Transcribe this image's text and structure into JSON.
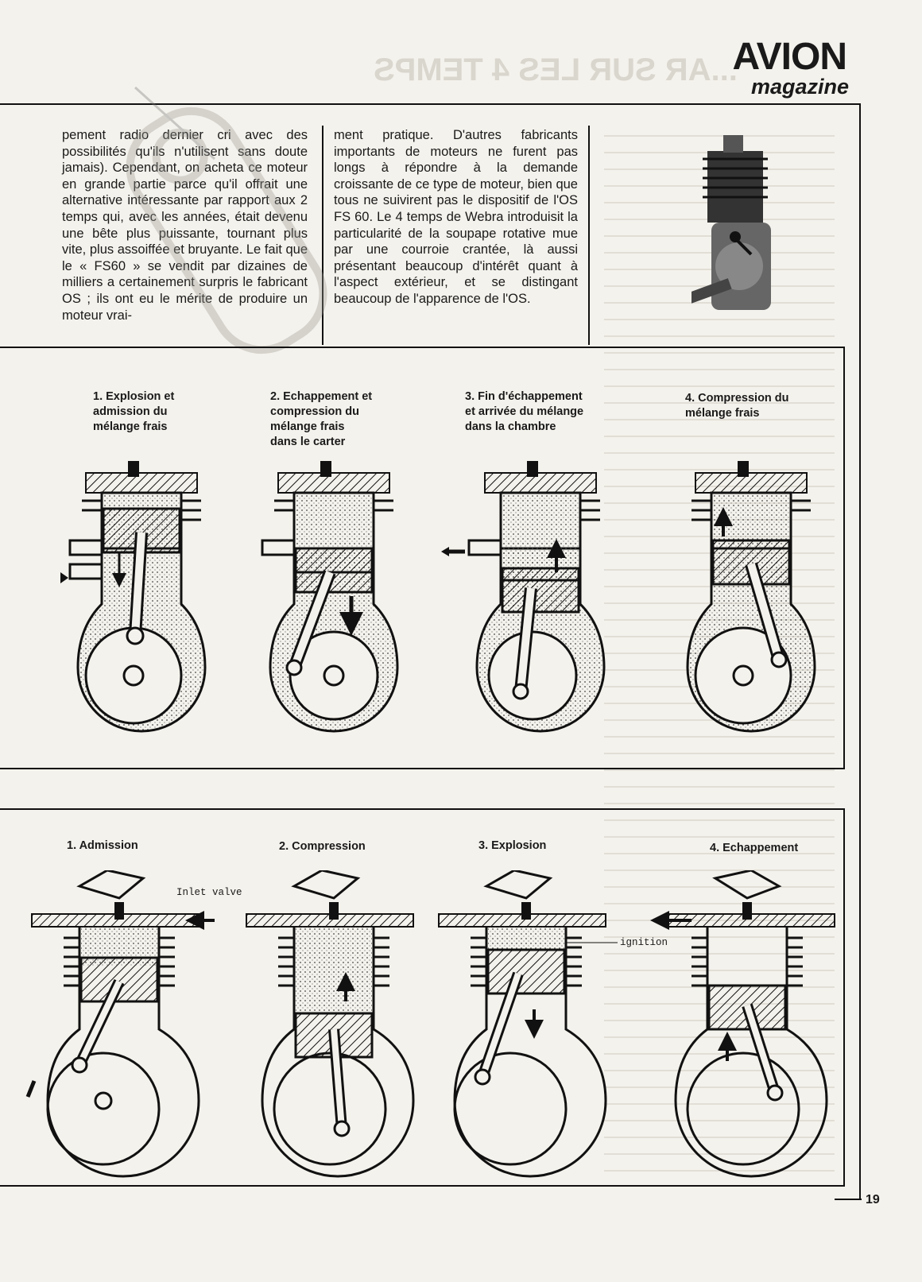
{
  "header": {
    "brand": "AVION",
    "brand_sub": "magazine",
    "mirrored_headline": "...AR SUR LES 4 TEMPS"
  },
  "article": {
    "col1": "pement radio dernier cri avec des possibilités qu'ils n'utilisent sans doute jamais). Cependant, on acheta ce moteur en grande partie parce qu'il offrait une alternative intéressante par rapport aux 2 temps qui, avec les années, était devenu une bête plus puissante, tournant plus vite, plus assoiffée et bruyante. Le fait que le « FS60 » se vendit par dizaines de milliers a certainement surpris le fabricant OS ; ils ont eu le mérite de produire un moteur vrai-",
    "col2": "ment pratique. D'autres fabricants importants de moteurs ne furent pas longs à répondre à la demande croissante de ce type de moteur, bien que tous ne suivirent pas le dispositif de l'OS FS 60. Le 4 temps de Webra introduisit la particularité de la soupape rotative mue par une courroie crantée, là aussi présentant beaucoup d'intérêt quant à l'aspect extérieur, et se distingant beaucoup de l'apparence de l'OS."
  },
  "two_stroke": {
    "stages": [
      {
        "label": "1. Explosion et\nadmission du\nmélange frais"
      },
      {
        "label": "2. Echappement et\ncompression du\nmélange frais\ndans le carter"
      },
      {
        "label": "3. Fin d'échappement\net arrivée du mélange\ndans la chambre"
      },
      {
        "label": "4. Compression du\nmélange frais"
      }
    ]
  },
  "four_stroke": {
    "stages": [
      {
        "label": "1. Admission"
      },
      {
        "label": "2. Compression"
      },
      {
        "label": "3. Explosion"
      },
      {
        "label": "4. Echappement"
      }
    ],
    "annotations": {
      "inlet": "Inlet valve",
      "ignition": "ignition"
    }
  },
  "page_number": "19"
}
